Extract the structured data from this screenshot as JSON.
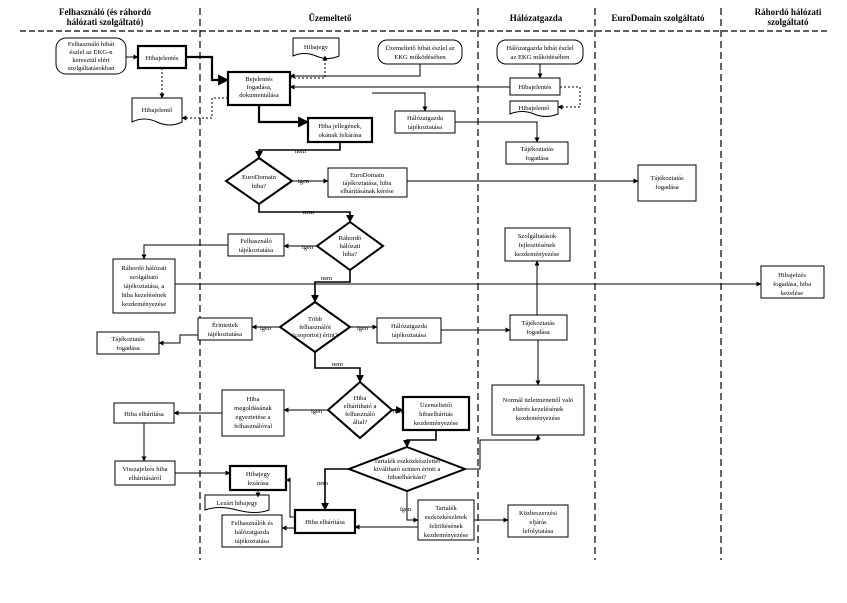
{
  "lanes": [
    {
      "id": "felh",
      "lines": [
        "Felhasználó (és ráhordó",
        "hálózati szolgáltató)"
      ]
    },
    {
      "id": "uzem",
      "lines": [
        "Üzemeltető"
      ]
    },
    {
      "id": "halo",
      "lines": [
        "Hálózatgazda"
      ]
    },
    {
      "id": "euro",
      "lines": [
        "EuroDomain szolgáltató"
      ]
    },
    {
      "id": "rah",
      "lines": [
        "Ráhordó hálózati",
        "szolgáltató"
      ]
    }
  ],
  "nodes": {
    "felh_eszlel": {
      "lines": [
        "Felhasználó hibát",
        "észlel az EKG-n",
        "keresztül elért",
        "szolgáltatásokban"
      ]
    },
    "hibajelentes_f": {
      "lines": [
        "Hibajelentés"
      ]
    },
    "hibajelento_doc_f": {
      "lines": [
        "Hibajelentő"
      ]
    },
    "hibajegy_doc": {
      "lines": [
        "Hibajegy"
      ]
    },
    "uzem_eszlel": {
      "lines": [
        "Üzemeltető hibát észlel az",
        "EKG működésében"
      ]
    },
    "halo_eszlel": {
      "lines": [
        "Hálózatgazda hibát észlel",
        "az EKG működésében"
      ]
    },
    "halo_hibajelentes": {
      "lines": [
        "Hibajelentés"
      ]
    },
    "hibajelento_doc_h": {
      "lines": [
        "Hibajelentő"
      ]
    },
    "rogzites": {
      "lines": [
        "Bejelentés",
        "fogadása,",
        "dokumentálása"
      ]
    },
    "feltaras": {
      "lines": [
        "Hiba jellegének,",
        "okának feltárása"
      ]
    },
    "halo_tajek_1": {
      "lines": [
        "Hálózatgazda",
        "tájékoztatása"
      ]
    },
    "halo_fogad_1": {
      "lines": [
        "Tájékoztatás",
        "fogadása"
      ]
    },
    "d_euro": {
      "lines": [
        "EuroDomain",
        "hiba?"
      ]
    },
    "euro_tajek": {
      "lines": [
        "EuroDomain",
        "tájékoztatása, hiba",
        "elhárításának kérése"
      ]
    },
    "euro_fogad": {
      "lines": [
        "Tájékoztatás",
        "fogadása"
      ]
    },
    "d_rahordo": {
      "lines": [
        "Ráhordó",
        "hálózati",
        "hiba?"
      ]
    },
    "felh_tajek": {
      "lines": [
        "Felhasználó",
        "tájékoztatása"
      ]
    },
    "rah_felh_tajek": {
      "lines": [
        "Ráhordó hálózati",
        "szolgáltató",
        "tájékoztatása, a",
        "hiba kezelésének",
        "kezdeményezése"
      ]
    },
    "szolg_kezd": {
      "lines": [
        "Szolgáltatások",
        "fejlesztésének",
        "kezdeményezése"
      ]
    },
    "rah_fogad": {
      "lines": [
        "Hibajelzés",
        "fogadása, hiba",
        "kezelése"
      ]
    },
    "d_tobb": {
      "lines": [
        "Több",
        "felhasználót",
        "(csoportot) érint?"
      ]
    },
    "ertesitett": {
      "lines": [
        "Érintettek",
        "tájékoztatása"
      ]
    },
    "tajek_fogad_f1": {
      "lines": [
        "Tájékoztatás",
        "fogadása"
      ]
    },
    "halo_tajek_2": {
      "lines": [
        "Hálózatgazda",
        "tájékoztatása"
      ]
    },
    "halo_fogad_2": {
      "lines": [
        "Tájékoztatás",
        "fogadása"
      ]
    },
    "d_elharit": {
      "lines": [
        "Hiba",
        "elhárítható a",
        "felhasználó",
        "által?"
      ]
    },
    "megoldas": {
      "lines": [
        "Hiba",
        "megoldásának",
        "egyeztetése a",
        "felhasználóval"
      ]
    },
    "felh_elharit": {
      "lines": [
        "Hiba elhárítása"
      ]
    },
    "uzem_kezd": {
      "lines": [
        "Üzemeltetői",
        "hibaelhárítás",
        "kezdeményezése"
      ]
    },
    "normal_kezd": {
      "lines": [
        "Normál üzletmenettől való",
        "eltérés kezelésének",
        "kezdeményezése"
      ]
    },
    "d_tartalek": {
      "lines": [
        "Tartalék eszközkészlettel",
        "kiváltható szinten érinti a",
        "hibaelhárítást?"
      ]
    },
    "visszajelzes": {
      "lines": [
        "Visszajelzés hiba",
        "elhárításáról"
      ]
    },
    "hibajegy_lezaras": {
      "lines": [
        "Hibajegy",
        "lezárása"
      ]
    },
    "lezart_doc": {
      "lines": [
        "Lezárt hibajegy"
      ]
    },
    "hiba_elharit_u": {
      "lines": [
        "Hiba elhárítása"
      ]
    },
    "felh_halo_tajek": {
      "lines": [
        "Felhasználók és",
        "hálózatgazda",
        "tájékoztatása"
      ]
    },
    "tartalek_felj": {
      "lines": [
        "Tartalék",
        "eszközkészletek",
        "feltöltésének",
        "kezdeményezése"
      ]
    },
    "kozbeszerzes": {
      "lines": [
        "Közbeszerzési",
        "eljárás",
        "lefolytatása"
      ]
    }
  },
  "edge_labels": {
    "nem_1": "nem",
    "igen_1": "igen",
    "nem_2": "nem",
    "igen_2": "igen",
    "nem_3": "nem",
    "igen_3": "igen",
    "igen_3b": "igen",
    "nem_4": "nem",
    "igen_4": "igen",
    "nem_5": "nem",
    "nem_6": "nem",
    "igen_6": "igen"
  }
}
